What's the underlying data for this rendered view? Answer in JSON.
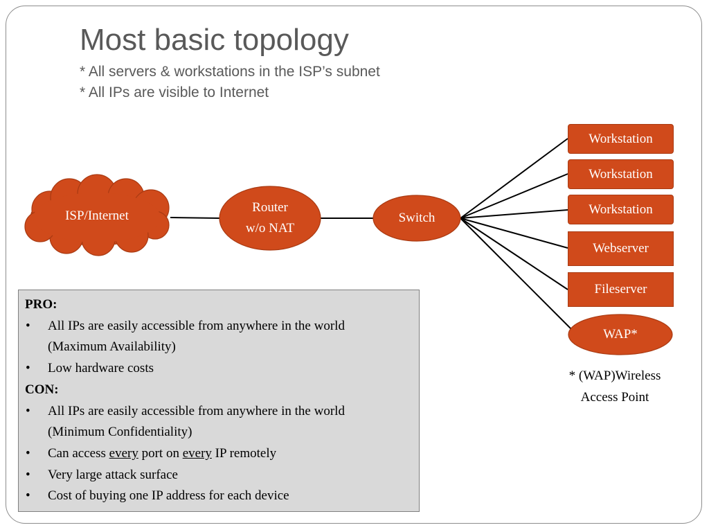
{
  "slide": {
    "title": "Most basic topology",
    "subtitles": [
      "* All servers & workstations in the ISP’s subnet",
      "* All IPs are visible to Internet"
    ]
  },
  "diagram": {
    "isp_label": "ISP/Internet",
    "router_label_lines": [
      "Router",
      "w/o NAT"
    ],
    "switch_label": "Switch",
    "devices": [
      "Workstation",
      "Workstation",
      "Workstation",
      "Webserver",
      "Fileserver"
    ],
    "wap_label": "WAP*",
    "footnote_lines": [
      "* (WAP)Wireless",
      "Access Point"
    ],
    "colors": {
      "node_fill": "#d04a1b",
      "node_border": "#a93a12",
      "line": "#000000"
    }
  },
  "procon": {
    "pro_heading": "PRO:",
    "pro_items": [
      {
        "line1": "All IPs are easily accessible from anywhere in the world",
        "line2": "(Maximum Availability)"
      },
      {
        "line1": "Low hardware costs"
      }
    ],
    "con_heading": "CON:",
    "con_item1": {
      "line1": "All IPs are easily accessible from anywhere in the world",
      "line2": "(Minimum Confidentiality)"
    },
    "con_item2": {
      "part1": "Can access ",
      "every1": "every",
      "part2": " port on ",
      "every2": "every",
      "part3": " IP remotely"
    },
    "con_item3": "Very large attack surface",
    "con_item4": "Cost of buying one IP address for each device"
  }
}
